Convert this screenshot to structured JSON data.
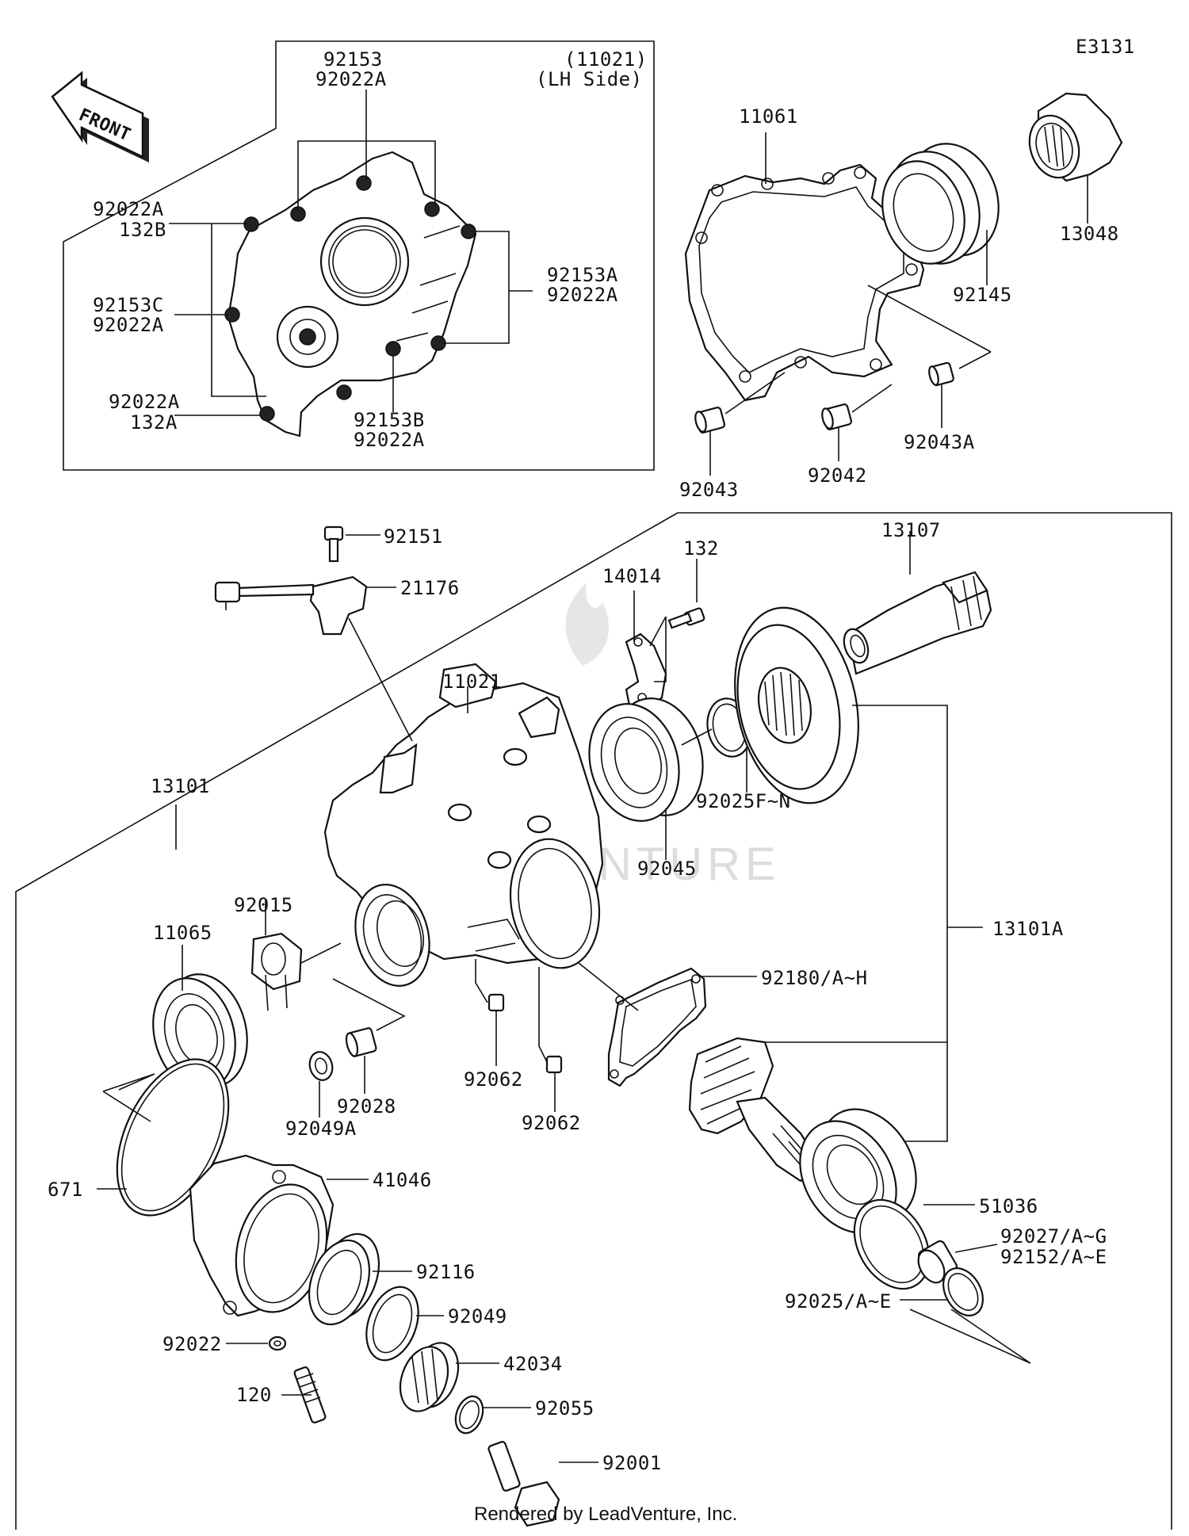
{
  "diagram_id": "E3131",
  "front_label": "FRONT",
  "inset": {
    "caption_line1": "(11021)",
    "caption_line2": "(LH Side)"
  },
  "labels": {
    "92153": "92153",
    "92022A_top": "92022A",
    "92022A_l1": "92022A",
    "132B": "132B",
    "92153C": "92153C",
    "92022A_l2": "92022A",
    "92022A_l3": "92022A",
    "132A": "132A",
    "92153B": "92153B",
    "92022A_b": "92022A",
    "92153A": "92153A",
    "92022A_r": "92022A",
    "11061": "11061",
    "13048": "13048",
    "92145": "92145",
    "92043A": "92043A",
    "92043": "92043",
    "92042": "92042",
    "92151": "92151",
    "21176": "21176",
    "132": "132",
    "14014": "14014",
    "13107": "13107",
    "11021": "11021",
    "13101": "13101",
    "92025FN": "92025F~N",
    "92045": "92045",
    "13101A": "13101A",
    "92015": "92015",
    "11065": "11065",
    "92180AH": "92180/A~H",
    "92062a": "92062",
    "92062b": "92062",
    "92028": "92028",
    "92049A": "92049A",
    "671": "671",
    "41046": "41046",
    "92116": "92116",
    "92049": "92049",
    "42034": "42034",
    "92055": "92055",
    "92001": "92001",
    "92022": "92022",
    "120": "120",
    "51036": "51036",
    "92027AG": "92027/A~G",
    "92152AE": "92152/A~E",
    "92025AE": "92025/A~E"
  },
  "watermark": "LEADVENTURE",
  "footer": "Rendered by LeadVenture, Inc."
}
